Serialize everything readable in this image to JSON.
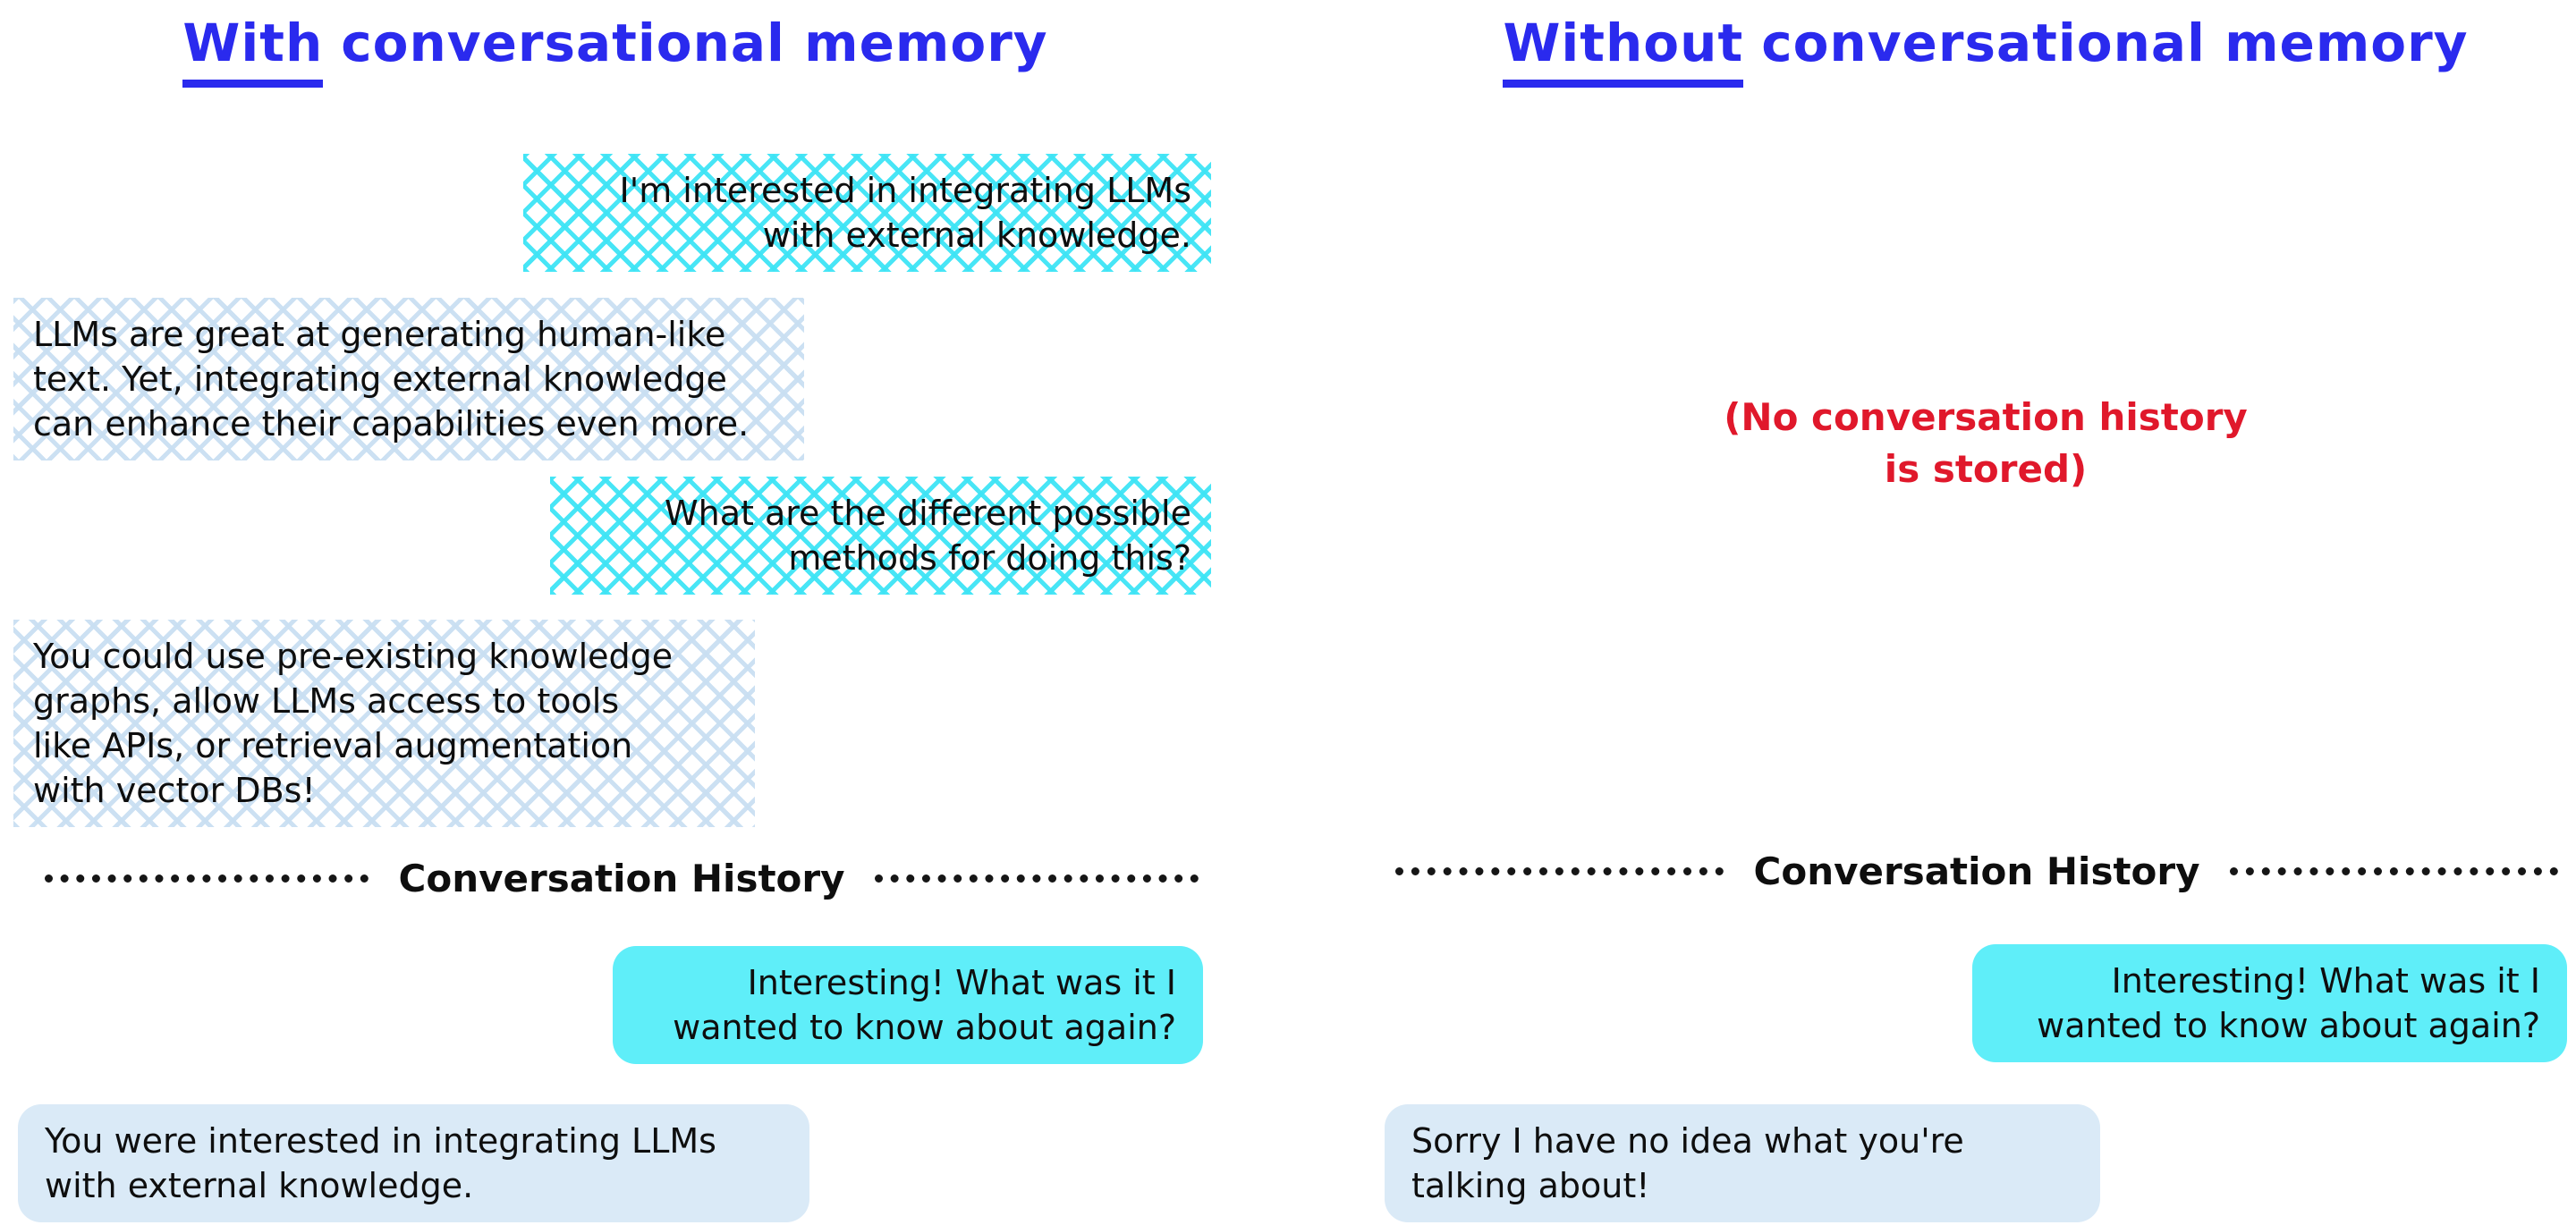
{
  "diagram": {
    "colors": {
      "title_blue": "#2a2aee",
      "note_red": "#e0182b",
      "user_solid_cyan": "#5feef9",
      "assistant_solid_blue": "#daeaf7",
      "user_hatch_cyan": "#3ee4f5",
      "assistant_hatch_blue": "#c9dff2",
      "ink": "#0e0e0e"
    },
    "left": {
      "title": {
        "word": "With",
        "rest": "conversational memory"
      },
      "messages": [
        {
          "role": "user",
          "style": "hatch-cyan",
          "text": "I'm interested in integrating LLMs\nwith external knowledge."
        },
        {
          "role": "assistant",
          "style": "hatch-blue",
          "text": "LLMs are great at generating human-like\ntext. Yet, integrating external knowledge\ncan enhance their capabilities even more."
        },
        {
          "role": "user",
          "style": "hatch-cyan",
          "text": "What are the different possible\nmethods for doing this?"
        },
        {
          "role": "assistant",
          "style": "hatch-blue",
          "text": "You could use pre-existing knowledge\ngraphs, allow LLMs access to tools\nlike APIs, or retrieval augmentation\nwith vector DBs!"
        }
      ],
      "divider_label": "Conversation History",
      "after_divider": [
        {
          "role": "user",
          "style": "solid-cyan",
          "text": "Interesting! What was it I\nwanted to know about again?"
        },
        {
          "role": "assistant",
          "style": "solid-blue",
          "text": "You were interested in integrating LLMs\nwith external knowledge."
        }
      ]
    },
    "right": {
      "title": {
        "word": "Without",
        "rest": "conversational memory"
      },
      "note": "(No conversation history\nis stored)",
      "divider_label": "Conversation History",
      "after_divider": [
        {
          "role": "user",
          "style": "solid-cyan",
          "text": "Interesting! What was it I\nwanted to know about again?"
        },
        {
          "role": "assistant",
          "style": "solid-blue",
          "text": "Sorry I have no idea what you're\ntalking about!"
        }
      ]
    }
  }
}
